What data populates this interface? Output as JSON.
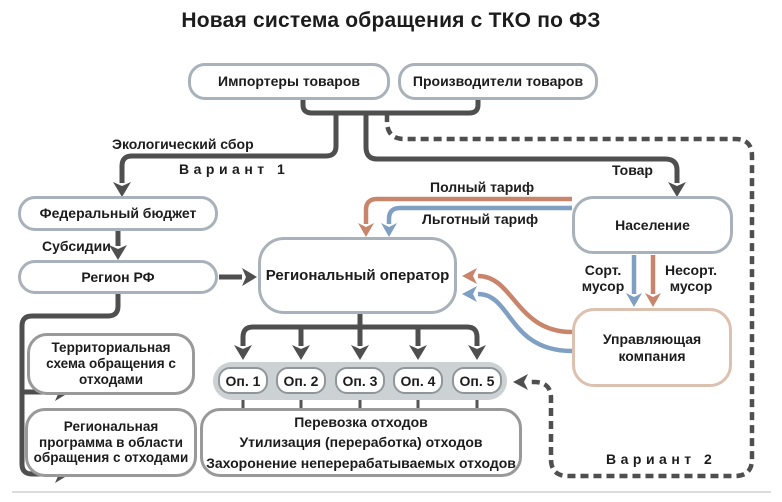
{
  "title": "Новая система обращения с ТКО по ФЗ",
  "nodes": {
    "importers": "Импортеры товаров",
    "producers": "Производители товаров",
    "federal_budget": "Федеральный бюджет",
    "region": "Регион РФ",
    "regional_operator": "Региональный оператор",
    "population": "Население",
    "management_company": "Управляющая компания",
    "territorial_scheme": "Территориальная схема обращения с отходами",
    "regional_program": "Региональная программа в области обращения с отходами",
    "operators": [
      "Оп. 1",
      "Оп. 2",
      "Оп. 3",
      "Оп. 4",
      "Оп. 5"
    ],
    "waste_operations": [
      "Перевозка отходов",
      "Утилизация (переработка) отходов",
      "Захоронение неперерабатываемых отходов"
    ]
  },
  "labels": {
    "ecological_fee": "Экологический сбор",
    "variant_1": "Вариант 1",
    "variant_2": "Вариант 2",
    "subsidies": "Субсидии",
    "goods": "Товар",
    "full_tariff": "Полный тариф",
    "preferential_tariff": "Льготный тариф",
    "sorted_waste": "Сорт. мусор",
    "unsorted_waste": "Несорт. мусор"
  },
  "colors": {
    "connector_dark": "#4f4f4f",
    "tariff_orange": "#c9856c",
    "tariff_blue": "#7f9fc3",
    "node_border_blue_gray": "#a9b2ba",
    "node_border_gray": "#999999",
    "management_border_tan": "#dcc0b0",
    "operators_strip": "#ccd1d4",
    "text": "#1c1c1c"
  }
}
